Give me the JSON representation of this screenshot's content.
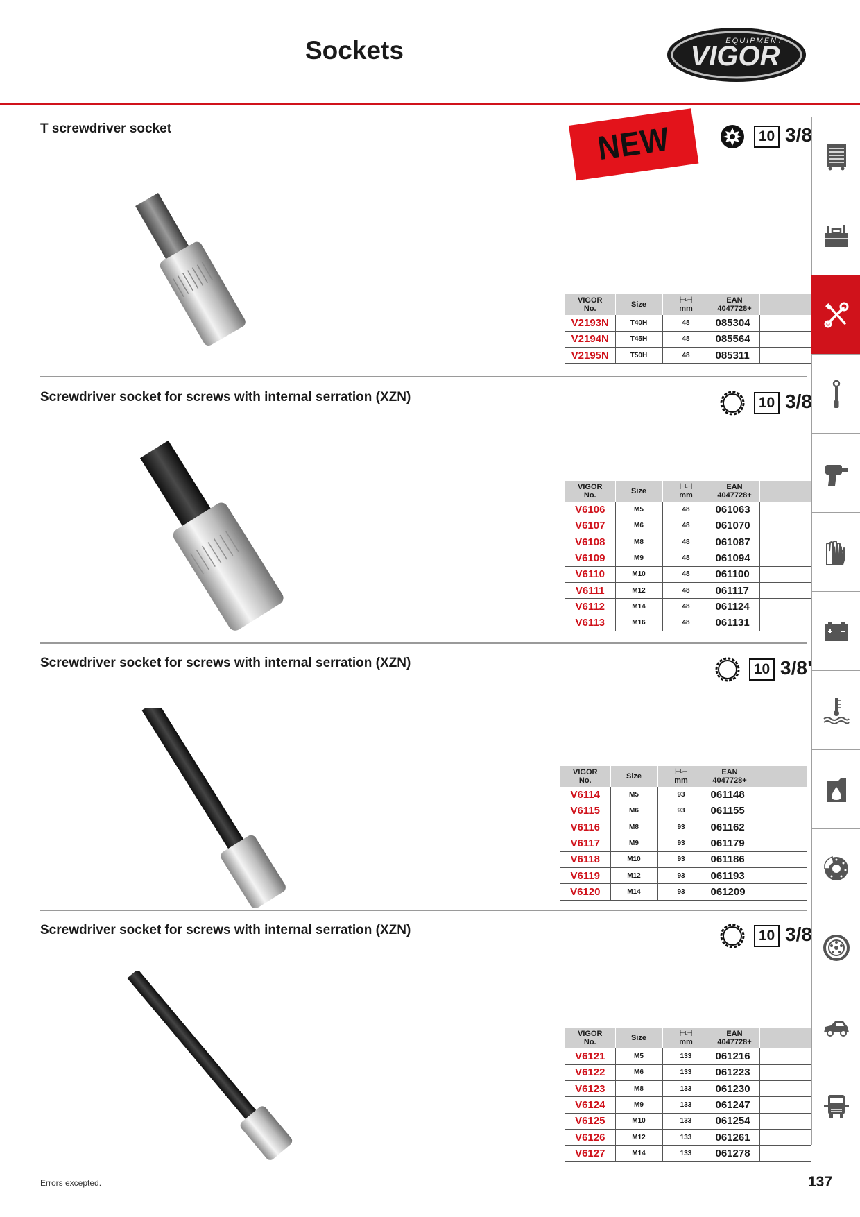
{
  "page": {
    "title": "Sockets",
    "number": "137",
    "footer_note": "Errors excepted."
  },
  "logo": {
    "brand": "VIGOR",
    "sub": "EQUIPMENT"
  },
  "new_badge": "NEW",
  "table_headers": {
    "no_line1": "VIGOR",
    "no_line2": "No.",
    "size": "Size",
    "len_line1": "L",
    "len_line2": "mm",
    "ean_line1": "EAN",
    "ean_line2": "4047728+"
  },
  "sections": [
    {
      "title": "T screwdriver socket",
      "spec": {
        "box": "10",
        "frac": "3/8\"",
        "shape": "torx"
      },
      "rows": [
        {
          "no": "V2193N",
          "size": "T40H",
          "mm": "48",
          "ean": "085304"
        },
        {
          "no": "V2194N",
          "size": "T45H",
          "mm": "48",
          "ean": "085564"
        },
        {
          "no": "V2195N",
          "size": "T50H",
          "mm": "48",
          "ean": "085311"
        }
      ]
    },
    {
      "title": "Screwdriver socket for screws with internal serration (XZN)",
      "spec": {
        "box": "10",
        "frac": "3/8\"",
        "shape": "xzn"
      },
      "rows": [
        {
          "no": "V6106",
          "size": "M5",
          "mm": "48",
          "ean": "061063"
        },
        {
          "no": "V6107",
          "size": "M6",
          "mm": "48",
          "ean": "061070"
        },
        {
          "no": "V6108",
          "size": "M8",
          "mm": "48",
          "ean": "061087"
        },
        {
          "no": "V6109",
          "size": "M9",
          "mm": "48",
          "ean": "061094"
        },
        {
          "no": "V6110",
          "size": "M10",
          "mm": "48",
          "ean": "061100"
        },
        {
          "no": "V6111",
          "size": "M12",
          "mm": "48",
          "ean": "061117"
        },
        {
          "no": "V6112",
          "size": "M14",
          "mm": "48",
          "ean": "061124"
        },
        {
          "no": "V6113",
          "size": "M16",
          "mm": "48",
          "ean": "061131"
        }
      ]
    },
    {
      "title": "Screwdriver socket for screws with internal serration (XZN)",
      "spec": {
        "box": "10",
        "frac": "3/8\"",
        "shape": "xzn"
      },
      "rows": [
        {
          "no": "V6114",
          "size": "M5",
          "mm": "93",
          "ean": "061148"
        },
        {
          "no": "V6115",
          "size": "M6",
          "mm": "93",
          "ean": "061155"
        },
        {
          "no": "V6116",
          "size": "M8",
          "mm": "93",
          "ean": "061162"
        },
        {
          "no": "V6117",
          "size": "M9",
          "mm": "93",
          "ean": "061179"
        },
        {
          "no": "V6118",
          "size": "M10",
          "mm": "93",
          "ean": "061186"
        },
        {
          "no": "V6119",
          "size": "M12",
          "mm": "93",
          "ean": "061193"
        },
        {
          "no": "V6120",
          "size": "M14",
          "mm": "93",
          "ean": "061209"
        }
      ]
    },
    {
      "title": "Screwdriver socket for screws with internal serration (XZN)",
      "spec": {
        "box": "10",
        "frac": "3/8\"",
        "shape": "xzn"
      },
      "rows": [
        {
          "no": "V6121",
          "size": "M5",
          "mm": "133",
          "ean": "061216"
        },
        {
          "no": "V6122",
          "size": "M6",
          "mm": "133",
          "ean": "061223"
        },
        {
          "no": "V6123",
          "size": "M8",
          "mm": "133",
          "ean": "061230"
        },
        {
          "no": "V6124",
          "size": "M9",
          "mm": "133",
          "ean": "061247"
        },
        {
          "no": "V6125",
          "size": "M10",
          "mm": "133",
          "ean": "061254"
        },
        {
          "no": "V6126",
          "size": "M12",
          "mm": "133",
          "ean": "061261"
        },
        {
          "no": "V6127",
          "size": "M14",
          "mm": "133",
          "ean": "061278"
        }
      ]
    }
  ],
  "sidebar": {
    "active_index": 2,
    "tabs": [
      "tool-trolley-icon",
      "toolbox-icon",
      "wrench-screwdriver-icon",
      "torque-wrench-icon",
      "impact-wrench-icon",
      "gloves-icon",
      "battery-icon",
      "coolant-icon",
      "oil-can-icon",
      "brake-disc-icon",
      "wheel-icon",
      "car-body-icon",
      "truck-icon"
    ]
  },
  "colors": {
    "accent": "#d0121b",
    "header_gray": "#cfcfcf"
  }
}
